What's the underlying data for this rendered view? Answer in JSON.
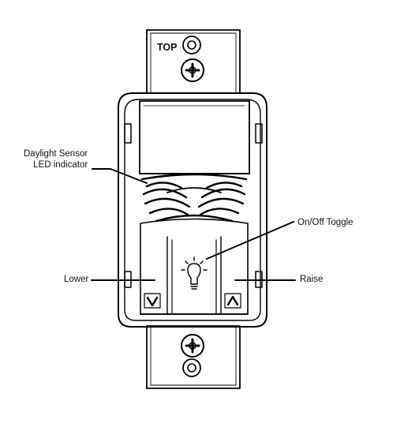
{
  "labels": {
    "top": "TOP",
    "daylight_line1": "Daylight Sensor",
    "daylight_line2": "LED indicator",
    "onoff": "On/Off  Toggle",
    "lower": "Lower",
    "raise": "Raise"
  },
  "icons": {
    "lower": "chevron-down-icon",
    "raise": "chevron-up-icon",
    "toggle": "light-bulb-icon",
    "screw": "screw-icon"
  },
  "colors": {
    "line": "#000000",
    "background": "#ffffff"
  }
}
